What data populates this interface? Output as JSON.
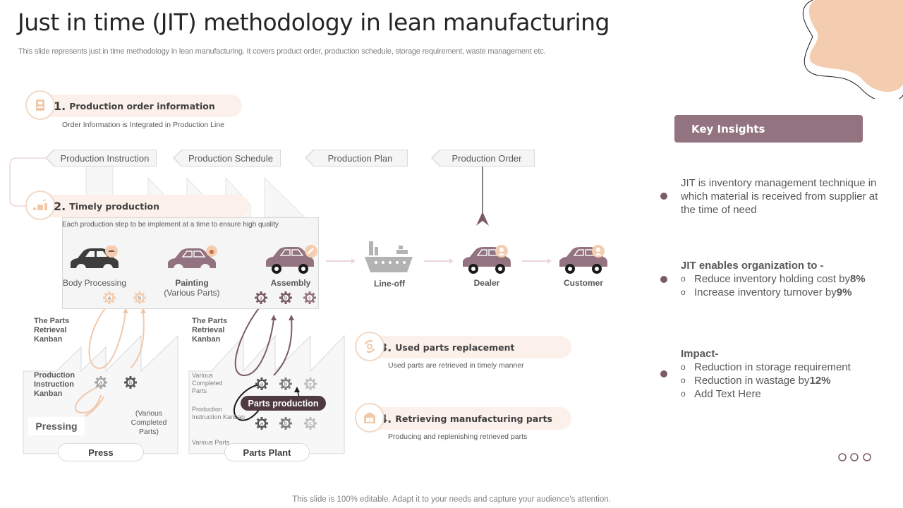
{
  "header": {
    "title": "Just in time (JIT) methodology in lean manufacturing",
    "subtitle": "This slide represents just in time methodology in lean manufacturing. It covers product order, production schedule, storage requirement, waste management etc."
  },
  "steps": [
    {
      "number": "1.",
      "title": "Production order information",
      "description": "Order Information is Integrated in Production Line",
      "icon": "document-icon"
    },
    {
      "number": "2.",
      "title": "Timely production",
      "description": "Each production step to be implement at a time to ensure high quality",
      "icon": "factory-icon"
    },
    {
      "number": "3.",
      "title": "Used parts replacement",
      "description": "Used parts are retrieved in timely manner",
      "icon": "recycle-icon"
    },
    {
      "number": "4.",
      "title": "Retrieving manufacturing parts",
      "description": "Producing and replenishing retrieved parts",
      "icon": "warehouse-icon"
    }
  ],
  "flow_tags": [
    "Production Instruction",
    "Production Schedule",
    "Production Plan",
    "Production Order"
  ],
  "process_stages": [
    {
      "label": "Body Processing",
      "sublabel": "",
      "icon": "car-body-icon"
    },
    {
      "label": "Painting",
      "sublabel": "(Various Parts)",
      "icon": "paint-icon"
    },
    {
      "label": "Assembly",
      "sublabel": "",
      "icon": "wrench-icon"
    },
    {
      "label": "Line-off",
      "sublabel": "",
      "icon": "ship-icon"
    },
    {
      "label": "Dealer",
      "sublabel": "",
      "icon": "person-icon"
    },
    {
      "label": "Customer",
      "sublabel": "",
      "icon": "person-icon"
    }
  ],
  "gear_labels": {
    "a": "a",
    "b": "b",
    "c": "c"
  },
  "press": {
    "retrieval_kanban": "The Parts Retrieval Kanban",
    "instruction_kanban": "Production Instruction Kanban",
    "pressing": "Pressing",
    "completed_parts": "(Various Completed Parts)",
    "name": "Press"
  },
  "parts_plant": {
    "retrieval_kanban": "The Parts Retrieval Kanban",
    "completed_parts": "Various Completed Parts",
    "instruction_kanban": "Production Instruction Kanban",
    "various_parts": "Various Parts",
    "parts_production": "Parts production",
    "name": "Parts Plant"
  },
  "insights": {
    "title": "Key Insights",
    "definition": "JIT is inventory management technique in which material is received from supplier at the time of need",
    "enables_heading": "JIT enables organization to -",
    "enables": [
      {
        "text": "Reduce inventory holding cost by ",
        "value": "8%"
      },
      {
        "text": "Increase inventory turnover by ",
        "value": "9%"
      }
    ],
    "impact_heading": "Impact-",
    "impact": [
      {
        "text": "Reduction in storage requirement",
        "value": ""
      },
      {
        "text": "Reduction in wastage by ",
        "value": "12%"
      },
      {
        "text": "Add Text Here",
        "value": ""
      }
    ],
    "bullet": "o"
  },
  "colors": {
    "accent_mauve": "#93737f",
    "peach": "#f4cdb1",
    "pill_bg": "#fcf1ea",
    "dark_plum": "#4f3a41"
  },
  "footer": "This slide is 100% editable. Adapt it to your needs and capture your audience's attention."
}
